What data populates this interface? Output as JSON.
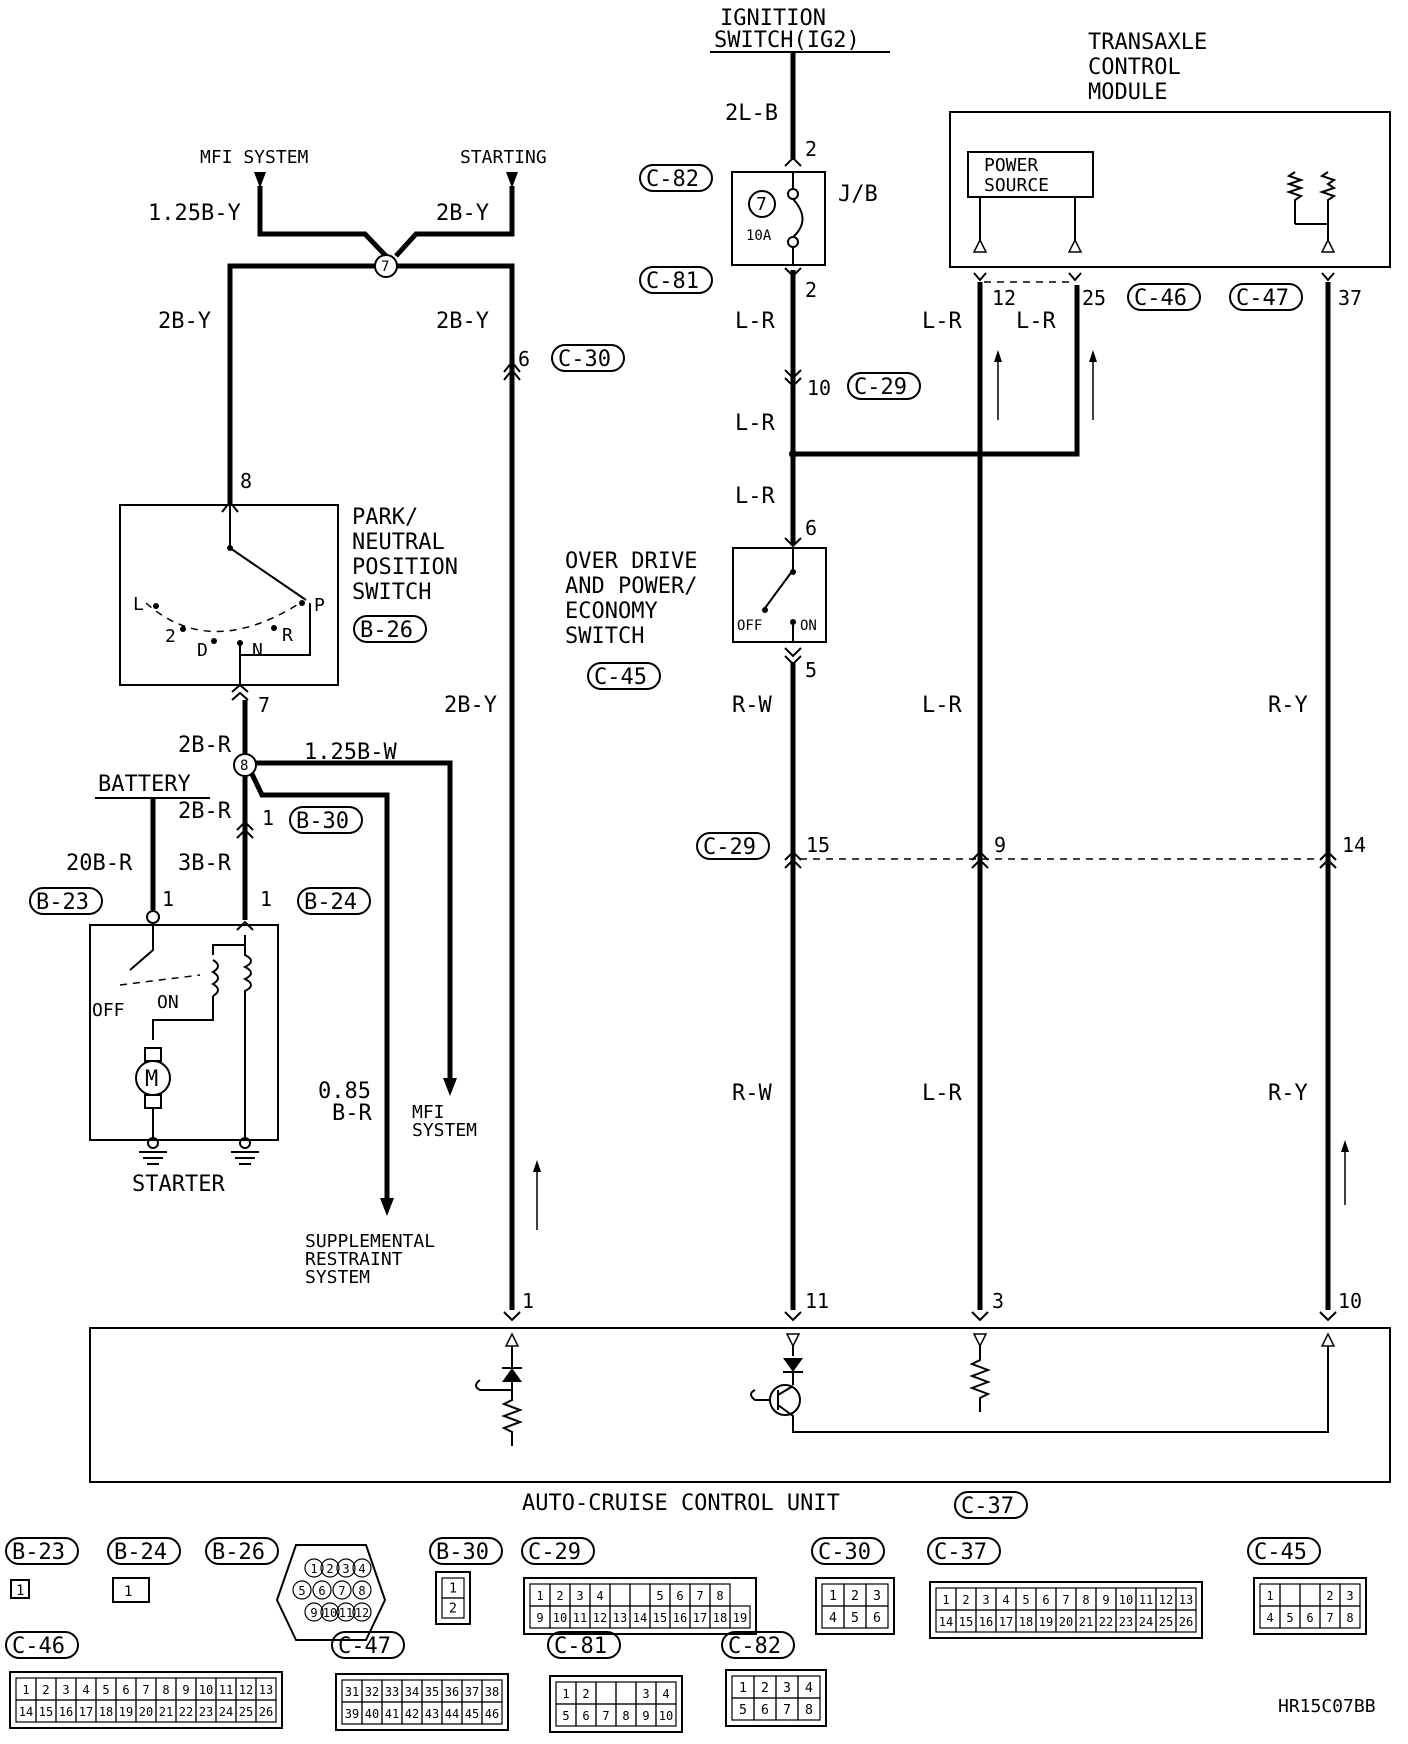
{
  "diagram_id": "HR15C07BB",
  "top_labels": {
    "ignition_switch": [
      "IGNITION",
      "SWITCH(IG2)"
    ],
    "transaxle_control_module": [
      "TRANSAXLE",
      "CONTROL",
      "MODULE"
    ],
    "power_source": [
      "POWER",
      "SOURCE"
    ],
    "mfi_system_top": "MFI SYSTEM",
    "starting": "STARTING"
  },
  "components": {
    "jb": "J/B",
    "fuse_number": "7",
    "fuse_rating": "10A",
    "pn_switch": [
      "PARK/",
      "NEUTRAL",
      "POSITION",
      "SWITCH"
    ],
    "pn_positions": [
      "L",
      "2",
      "D",
      "N",
      "R",
      "P"
    ],
    "od_switch": [
      "OVER DRIVE",
      "AND POWER/",
      "ECONOMY",
      "SWITCH"
    ],
    "od_positions": [
      "OFF",
      "ON"
    ],
    "battery": "BATTERY",
    "starter": "STARTER",
    "starter_positions": [
      "OFF",
      "ON"
    ],
    "motor": "M",
    "mfi_system_bottom": [
      "MFI",
      "SYSTEM"
    ],
    "srs": [
      "SUPPLEMENTAL",
      "RESTRAINT",
      "SYSTEM"
    ],
    "acc_unit": "AUTO-CRUISE CONTROL UNIT",
    "junction_7": "7",
    "junction_8": "8"
  },
  "wire_colors": {
    "w_125by": "1.25B-Y",
    "w_2by_top": "2B-Y",
    "w_2by_left": "2B-Y",
    "w_2by_right": "2B-Y",
    "w_2by_mid": "2B-Y",
    "w_2lb": "2L-B",
    "w_lr1": "L-R",
    "w_lr2": "L-R",
    "w_lr3": "L-R",
    "w_lr_tcm12": "L-R",
    "w_lr_tcm25": "L-R",
    "w_lr_mid": "L-R",
    "w_lr_low": "L-R",
    "w_rw_mid": "R-W",
    "w_rw_low": "R-W",
    "w_ry_mid": "R-Y",
    "w_ry_low": "R-Y",
    "w_2br_a": "2B-R",
    "w_2br_b": "2B-R",
    "w_125bw": "1.25B-W",
    "w_20br": "20B-R",
    "w_3br": "3B-R",
    "w_085": "0.85",
    "w_085b": "B-R"
  },
  "connectors": {
    "c82": "C-82",
    "c81": "C-81",
    "c30": "C-30",
    "c29a": "C-29",
    "c46": "C-46",
    "c47": "C-47",
    "c45": "C-45",
    "c29b": "C-29",
    "b26": "B-26",
    "b30": "B-30",
    "b23": "B-23",
    "b24": "B-24",
    "c37": "C-37"
  },
  "pins": {
    "p_c82": "2",
    "p_c81": "2",
    "p_c29_10": "10",
    "p_od6": "6",
    "p_od5": "5",
    "p_c30_6": "6",
    "p_pn8": "8",
    "p_pn7": "7",
    "p_b30": "1",
    "p_b23": "1",
    "p_b24": "1",
    "p_c46_12": "12",
    "p_c46_25": "25",
    "p_c47_37": "37",
    "p_c29_15": "15",
    "p_c29_9": "9",
    "p_c29_14": "14",
    "p_acc1": "1",
    "p_acc11": "11",
    "p_acc3": "3",
    "p_acc10": "10"
  },
  "legend": {
    "b23": {
      "label": "B-23",
      "cells": [
        "1"
      ]
    },
    "b24": {
      "label": "B-24",
      "cells": [
        "1"
      ]
    },
    "b26": {
      "label": "B-26",
      "cells": [
        "1",
        "2",
        "3",
        "4",
        "5",
        "6",
        "7",
        "8",
        "9",
        "10",
        "11",
        "12"
      ]
    },
    "b30": {
      "label": "B-30",
      "cells": [
        "1",
        "2"
      ]
    },
    "c29": {
      "label": "C-29",
      "rows": [
        [
          "1",
          "2",
          "3",
          "4",
          "",
          "",
          "5",
          "6",
          "7",
          "8"
        ],
        [
          "9",
          "10",
          "11",
          "12",
          "13",
          "14",
          "15",
          "16",
          "17",
          "18",
          "19"
        ]
      ]
    },
    "c30": {
      "label": "C-30",
      "rows": [
        [
          "1",
          "2",
          "3"
        ],
        [
          "4",
          "5",
          "6"
        ]
      ]
    },
    "c37": {
      "label": "C-37",
      "rows": [
        [
          "1",
          "2",
          "3",
          "4",
          "5",
          "6",
          "7",
          "8",
          "9",
          "10",
          "11",
          "12",
          "13"
        ],
        [
          "14",
          "15",
          "16",
          "17",
          "18",
          "19",
          "20",
          "21",
          "22",
          "23",
          "24",
          "25",
          "26"
        ]
      ]
    },
    "c45": {
      "label": "C-45",
      "rows": [
        [
          "1",
          "",
          "",
          "2",
          "3"
        ],
        [
          "4",
          "5",
          "6",
          "7",
          "8"
        ]
      ]
    },
    "c46": {
      "label": "C-46",
      "rows": [
        [
          "1",
          "2",
          "3",
          "4",
          "5",
          "6",
          "7",
          "8",
          "9",
          "10",
          "11",
          "12",
          "13"
        ],
        [
          "14",
          "15",
          "16",
          "17",
          "18",
          "19",
          "20",
          "21",
          "22",
          "23",
          "24",
          "25",
          "26"
        ]
      ]
    },
    "c47": {
      "label": "C-47",
      "rows": [
        [
          "31",
          "32",
          "33",
          "34",
          "35",
          "36",
          "37",
          "38"
        ],
        [
          "39",
          "40",
          "41",
          "42",
          "43",
          "44",
          "45",
          "46"
        ]
      ]
    },
    "c81": {
      "label": "C-81",
      "rows": [
        [
          "1",
          "2",
          "",
          "",
          "3",
          "4"
        ],
        [
          "5",
          "6",
          "7",
          "8",
          "9",
          "10"
        ]
      ]
    },
    "c82": {
      "label": "C-82",
      "rows": [
        [
          "1",
          "2",
          "3",
          "4"
        ],
        [
          "5",
          "6",
          "7",
          "8"
        ]
      ]
    }
  }
}
